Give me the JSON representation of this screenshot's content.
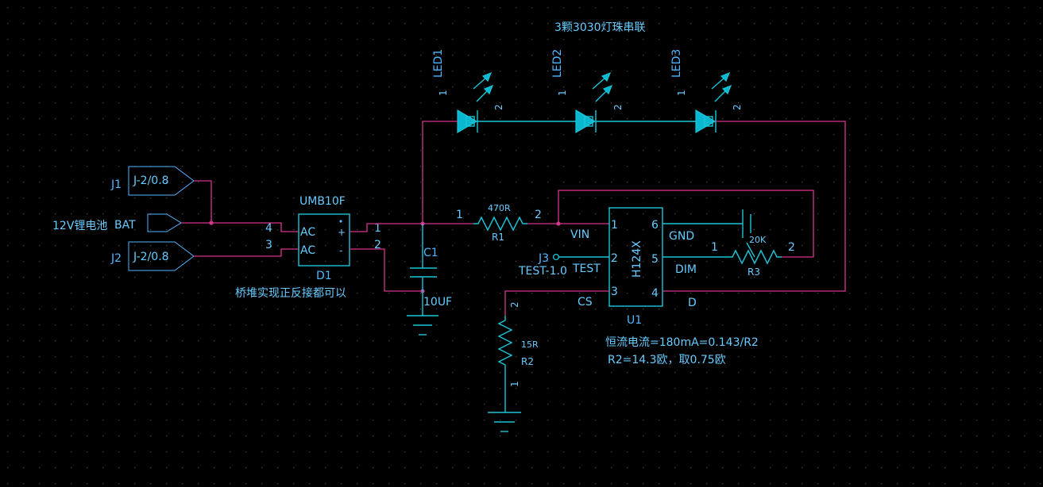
{
  "title": "3颗3030灯珠串联",
  "leds": [
    {
      "ref": "LED1",
      "pin1": "1",
      "pin2": "2"
    },
    {
      "ref": "LED2",
      "pin1": "1",
      "pin2": "2"
    },
    {
      "ref": "LED3",
      "pin1": "1",
      "pin2": "2"
    }
  ],
  "connectors": {
    "j1": {
      "ref": "J1",
      "value": "J-2/0.8"
    },
    "j2": {
      "ref": "J2",
      "value": "J-2/0.8"
    },
    "bat": {
      "label": "12V锂电池",
      "net": "BAT"
    },
    "j3": {
      "ref": "J3",
      "value": "TEST-1.0"
    }
  },
  "bridge": {
    "ref": "D1",
    "value": "UMB10F",
    "ac1": "AC",
    "ac2": "AC",
    "plus": "+",
    "minus": "-",
    "pin4": "4",
    "pin3": "3",
    "pin1": "1",
    "pin2": "2",
    "note": "桥堆实现正反接都可以"
  },
  "capacitor": {
    "ref": "C1",
    "value": "10UF"
  },
  "r1": {
    "ref": "R1",
    "value": "470R",
    "pin1": "1",
    "pin2": "2"
  },
  "r2": {
    "ref": "R2",
    "value": "15R",
    "pin1": "1",
    "pin2": "2"
  },
  "r3": {
    "ref": "R3",
    "value": "20K",
    "pin1": "1",
    "pin2": "2"
  },
  "ic": {
    "ref": "U1",
    "value": "H124X",
    "pins": [
      {
        "num": "1",
        "name": "VIN"
      },
      {
        "num": "2",
        "name": "TEST"
      },
      {
        "num": "3",
        "name": "CS"
      },
      {
        "num": "6",
        "name": "GND"
      },
      {
        "num": "5",
        "name": "DIM"
      },
      {
        "num": "4",
        "name": "D"
      }
    ]
  },
  "notes": {
    "formula": "恒流电流=180mA=0.143/R2",
    "r2_calc": "R2=14.3欧，取0.75欧"
  },
  "colors": {
    "wire": "#d6358c",
    "part": "#19c6d8",
    "text": "#66ccff",
    "grid": "#4a4a4a"
  }
}
